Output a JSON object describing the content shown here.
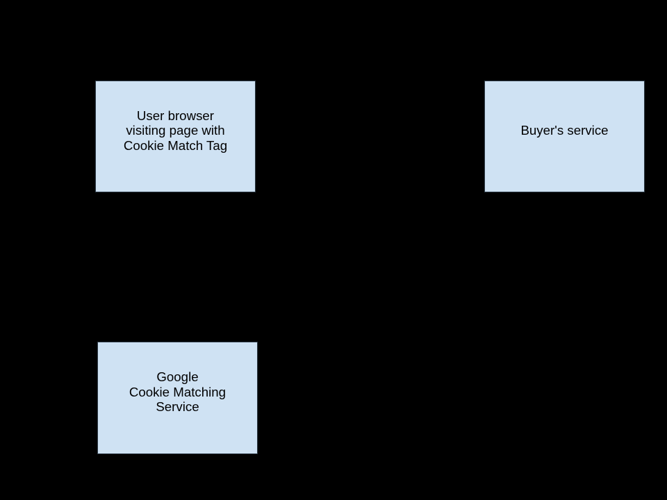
{
  "diagram": {
    "background_color": "#000000",
    "node_fill_color": "#cfe2f3",
    "node_border_color": "#2e3b47",
    "text_color": "#000000",
    "nodes": [
      {
        "id": "user-browser",
        "lines": [
          "User browser",
          "visiting page with",
          "Cookie Match Tag"
        ]
      },
      {
        "id": "buyers-service",
        "lines": [
          "Buyer's service"
        ]
      },
      {
        "id": "google-cookie-matching-service",
        "lines": [
          "Google",
          "Cookie Matching",
          "Service"
        ]
      }
    ]
  }
}
